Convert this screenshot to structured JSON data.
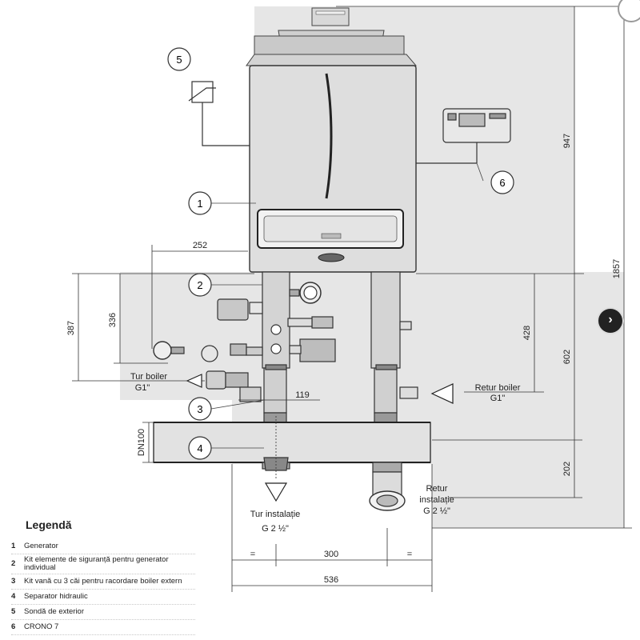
{
  "callouts": [
    "1",
    "2",
    "3",
    "4",
    "5",
    "6"
  ],
  "dimensions": {
    "d252": "252",
    "d387": "387",
    "d336": "336",
    "d119": "119",
    "d428": "428",
    "d947": "947",
    "d602": "602",
    "d202": "202",
    "d1857": "1857",
    "dn100": "DN100",
    "d300": "300",
    "d536": "536",
    "eq": "="
  },
  "labels": {
    "tur_boiler_1": "Tur boiler",
    "tur_boiler_2": "G1\"",
    "retur_boiler_1": "Retur boiler",
    "retur_boiler_2": "G1\"",
    "tur_inst_1": "Tur instalație",
    "tur_inst_2": "G 2 ½\"",
    "retur_inst_1": "Retur",
    "retur_inst_2": "instalație",
    "retur_inst_3": "G 2 ½\""
  },
  "legend": {
    "title": "Legendă",
    "items": [
      {
        "num": "1",
        "text": "Generator"
      },
      {
        "num": "2",
        "text": "Kit elemente de siguranță pentru generator individual"
      },
      {
        "num": "3",
        "text": "Kit vană cu 3 căi pentru racordare boiler extern"
      },
      {
        "num": "4",
        "text": "Separator hidraulic"
      },
      {
        "num": "5",
        "text": "Sondă de exterior"
      },
      {
        "num": "6",
        "text": "CRONO 7"
      }
    ]
  },
  "nav": {
    "next_icon": "›"
  },
  "colors": {
    "panel": "#e6e6e6",
    "boiler": "#dcdcdc",
    "dark": "#333333",
    "line": "#555555"
  }
}
